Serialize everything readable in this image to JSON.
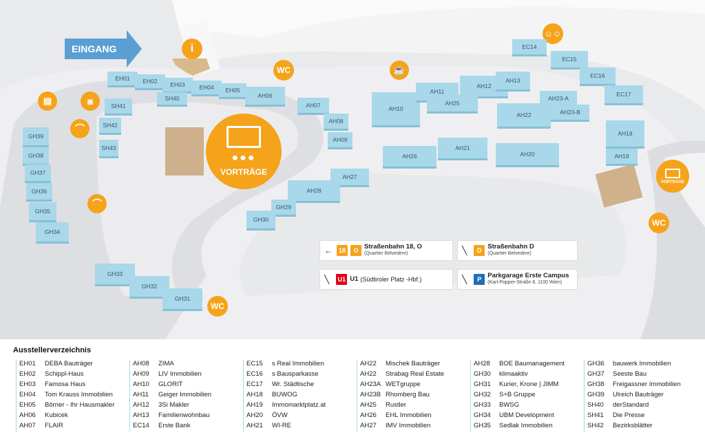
{
  "map": {
    "entrance_label": "EINGANG",
    "info_label": "i",
    "lecture_label": "VORTRÄGE",
    "lecture_small_label": "VORTRÄGE",
    "wc_label": "WC",
    "booths": [
      "EH01",
      "EH02",
      "EH03",
      "EH04",
      "EH05",
      "AH06",
      "SH40",
      "SH41",
      "SH42",
      "SH43",
      "GH39",
      "GH38",
      "GH37",
      "GH36",
      "GH35",
      "GH34",
      "GH33",
      "GH32",
      "GH31",
      "AH07",
      "AH08",
      "AH09",
      "AH10",
      "AH11",
      "AH12",
      "AH13",
      "AH25",
      "AH23-A",
      "AH23-B",
      "AH22",
      "AH26",
      "AH21",
      "AH20",
      "AH18",
      "AH19",
      "EC14",
      "EC15",
      "EC16",
      "EC17",
      "AH27",
      "AH28",
      "GH29",
      "GH30"
    ]
  },
  "legend": {
    "tram_18_o": {
      "badge1": "18",
      "badge2": "O",
      "title": "Straßenbahn 18, O",
      "sub": "(Quartier Belvedere)"
    },
    "tram_d": {
      "badge": "D",
      "title": "Straßenbahn D",
      "sub": "(Quartier Belvedere)"
    },
    "u1": {
      "badge": "U1",
      "title": "U1",
      "sub": "(Südtiroler Platz -Hbf.)"
    },
    "parking": {
      "badge": "P",
      "title": "Parkgarage Erste Campus",
      "sub": "(Karl-Popper-Straße 8, 1100 Wien)"
    }
  },
  "directory": {
    "title": "Ausstellerverzeichnis",
    "columns": [
      [
        [
          "EH01",
          "DEBA Bauträger"
        ],
        [
          "EH02",
          "Schippl-Haus"
        ],
        [
          "EH03",
          "Famosa Haus"
        ],
        [
          "EH04",
          "Tom Krauss Immobilien"
        ],
        [
          "EH05",
          "Börner - Ihr Hausmakler"
        ],
        [
          "AH06",
          "Kubicek"
        ],
        [
          "AH07",
          "FLAIR"
        ]
      ],
      [
        [
          "AH08",
          "ZIMA"
        ],
        [
          "AH09",
          "LIV Immobilien"
        ],
        [
          "AH10",
          "GLORIT"
        ],
        [
          "AH11",
          "Geiger Immobilien"
        ],
        [
          "AH12",
          "3Si Makler"
        ],
        [
          "AH13",
          "Familienwohnbau"
        ],
        [
          "EC14",
          "Erste Bank"
        ]
      ],
      [
        [
          "EC15",
          "s Real Immobilien"
        ],
        [
          "EC16",
          "s Bausparkasse"
        ],
        [
          "EC17",
          "Wr. Städtische"
        ],
        [
          "AH18",
          "BUWOG"
        ],
        [
          "AH19",
          "Immomarktplatz.at"
        ],
        [
          "AH20",
          "ÖVW"
        ],
        [
          "AH21",
          "WI-RE"
        ]
      ],
      [
        [
          "AH22",
          "Mischek Bauträger"
        ],
        [
          "AH22",
          "Strabag Real Estate"
        ],
        [
          "AH23A",
          "WETgruppe"
        ],
        [
          "AH23B",
          "Rhomberg Bau"
        ],
        [
          "AH25",
          "Rustler"
        ],
        [
          "AH26",
          "EHL Immobilien"
        ],
        [
          "AH27",
          "IMV Immobilien"
        ]
      ],
      [
        [
          "AH28",
          "BOE Baumanagement"
        ],
        [
          "GH30",
          "klimaaktiv"
        ],
        [
          "GH31",
          "Kurier, Krone | JIMM"
        ],
        [
          "GH32",
          "S+B Gruppe"
        ],
        [
          "GH33",
          "BWSG"
        ],
        [
          "GH34",
          "UBM Development"
        ],
        [
          "GH35",
          "Sedlak Immobilien"
        ]
      ],
      [
        [
          "GH36",
          "bauwerk Immobilien"
        ],
        [
          "GH37",
          "Seeste Bau"
        ],
        [
          "GH38",
          "Freigassner Immobilien"
        ],
        [
          "GH39",
          "Ulreich Bauträger"
        ],
        [
          "SH40",
          "derStandard"
        ],
        [
          "SH41",
          "Die Presse"
        ],
        [
          "SH42",
          "Bezirksblätter"
        ]
      ]
    ]
  },
  "colors": {
    "accent": "#f5a31a",
    "booth": "#a8d8ea",
    "entrance": "#5a9fd4",
    "u1": "#e2001a",
    "parking": "#1e6fb8"
  }
}
